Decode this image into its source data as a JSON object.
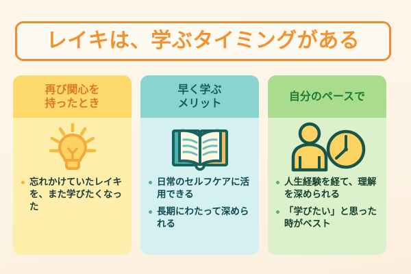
{
  "title": {
    "text": "レイキは、学ぶタイミングがある"
  },
  "theme": {
    "page_background": "#fdf6e8",
    "title_border": "#ef8b33",
    "title_text": "#f2912f"
  },
  "cards": [
    {
      "id": "card-reinterest",
      "heading": "再び関心を\n持ったとき",
      "heading_line1": "再び関心を",
      "heading_line2": "持ったとき",
      "icon": "lightbulb-icon",
      "header_color": "#fcd96a",
      "body_color": "#fdeeab",
      "heading_text_color": "#d97a24",
      "bullets": [
        "忘れかけていたレイキを、また学びたくなった"
      ]
    },
    {
      "id": "card-learn-early",
      "heading": "早く学ぶ\nメリット",
      "heading_line1": "早く学ぶ",
      "heading_line2": "メリット",
      "icon": "open-book-icon",
      "header_color": "#89d4ce",
      "body_color": "#d4f0f0",
      "heading_text_color": "#10615e",
      "bullets": [
        "日常のセルフケアに活用できる",
        "長期にわたって深められる"
      ]
    },
    {
      "id": "card-own-pace",
      "heading": "自分のペースで",
      "heading_line1": "自分のペースで",
      "heading_line2": "",
      "icon": "person-clock-icon",
      "header_color": "#a9dd8d",
      "body_color": "#dcf0cb",
      "heading_text_color": "#1d7a36",
      "bullets": [
        "人生経験を経て、理解を深められる",
        "「学びたい」と思った時がベスト"
      ]
    }
  ]
}
